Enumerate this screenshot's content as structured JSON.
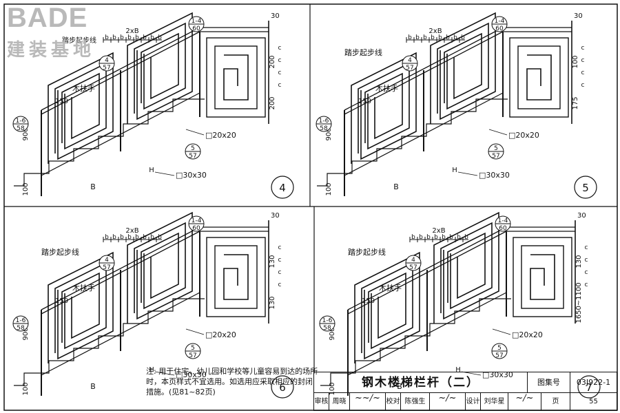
{
  "logo": {
    "brand": "BADE",
    "subtitle": "建装基地"
  },
  "common": {
    "step_line": "踏步起步线",
    "handrail": "木扶手",
    "dim_2xB": "2xB",
    "b": "b",
    "c": "c",
    "B": "B",
    "H": "H",
    "d30": "30",
    "d150": "150",
    "d900": "900",
    "d100": "100",
    "sq20": "□20x20",
    "sq30": "□30x30"
  },
  "refs": {
    "r14_top": "1-4",
    "r14_bot": "60",
    "r4_top": "4",
    "r4_bot": "57",
    "r16_top": "1-6",
    "r16_bot": "58",
    "r5_top": "5",
    "r5_bot": "57"
  },
  "panels": [
    {
      "number": "4",
      "dim_right": "200",
      "dim_right2": "200"
    },
    {
      "number": "5",
      "dim_right": "100",
      "dim_right2": "175"
    },
    {
      "number": "6",
      "dim_right": "130",
      "dim_right2": "130"
    },
    {
      "number": "7",
      "dim_right": "130",
      "dim_right2": "1650~1100"
    }
  ],
  "note": "注: 用于住宅、幼儿园和学校等儿童容易到达的场所时，本页样式不宜选用。如选用应采取相应的封闭措施。(见81~82页)",
  "title_block": {
    "title": "钢木楼梯栏杆（二）",
    "atlas_label": "图集号",
    "atlas_no": "03J922-1",
    "review_label": "审核",
    "reviewer": "周晓",
    "check_label": "校对",
    "checker": "陈强生",
    "design_label": "设计",
    "designer": "刘华星",
    "page_label": "页",
    "page_no": "55"
  }
}
